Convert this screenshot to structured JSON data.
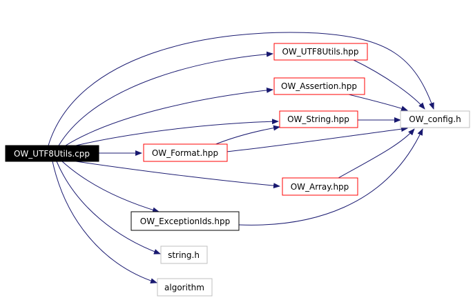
{
  "graph": {
    "root": {
      "label": "OW_UTF8Utils.cpp",
      "fill": "#000000",
      "text_color": "#ffffff"
    },
    "nodes": [
      {
        "id": "utf8utils_hpp",
        "label": "OW_UTF8Utils.hpp",
        "border": "#ff0000"
      },
      {
        "id": "assertion_hpp",
        "label": "OW_Assertion.hpp",
        "border": "#ff0000"
      },
      {
        "id": "string_hpp",
        "label": "OW_String.hpp",
        "border": "#ff0000"
      },
      {
        "id": "config_h",
        "label": "OW_config.h",
        "border": "#bfbfbf"
      },
      {
        "id": "format_hpp",
        "label": "OW_Format.hpp",
        "border": "#ff0000"
      },
      {
        "id": "array_hpp",
        "label": "OW_Array.hpp",
        "border": "#ff0000"
      },
      {
        "id": "exceptionids_hpp",
        "label": "OW_ExceptionIds.hpp",
        "border": "#000000"
      },
      {
        "id": "string_h",
        "label": "string.h",
        "border": "#bfbfbf"
      },
      {
        "id": "algorithm",
        "label": "algorithm",
        "border": "#bfbfbf"
      }
    ],
    "edge_color": "#191970"
  }
}
